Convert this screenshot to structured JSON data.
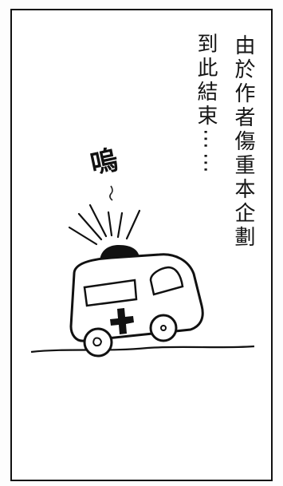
{
  "comic": {
    "caption_line_1": "由於作者傷重本企劃",
    "caption_line_2": "到此結束⋯⋯",
    "sound_effect": "嗚"
  },
  "colors": {
    "ink": "#111111",
    "paper": "#ffffff"
  }
}
